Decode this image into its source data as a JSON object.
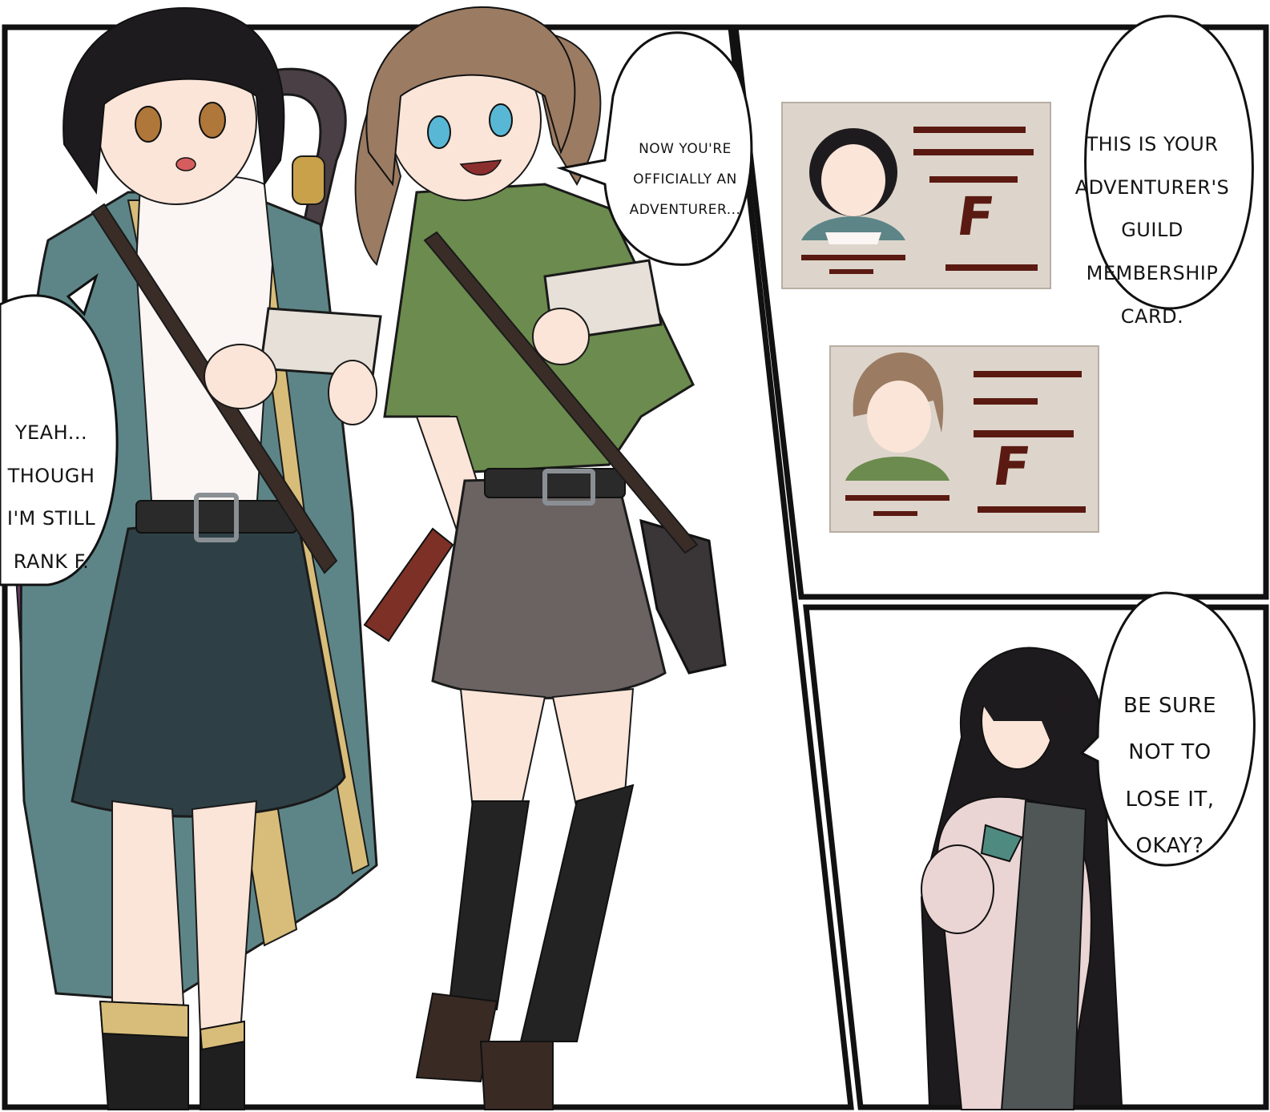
{
  "page": {
    "background": "#ffffff",
    "border_color": "#111111"
  },
  "dialogue": {
    "now_officially": [
      "NOW YOU'RE",
      "OFFICIALLY AN",
      "ADVENTURER..."
    ],
    "yeah_rank": [
      "YEAH...",
      "THOUGH",
      "I'M STILL",
      "RANK F."
    ],
    "this_is_card": [
      "THIS IS YOUR",
      "ADVENTURER'S",
      "GUILD",
      "MEMBERSHIP",
      "CARD."
    ],
    "be_sure": [
      "BE SURE",
      "NOT TO",
      "LOSE IT,",
      "OKAY?"
    ]
  },
  "cards": [
    {
      "rank_letter": "F",
      "rank_color": "#5a1a12",
      "bg": "#ddd5cb"
    },
    {
      "rank_letter": "F",
      "rank_color": "#5a1a12",
      "bg": "#ddd5cb"
    }
  ],
  "colors": {
    "black_hair": "#1e1b1e",
    "brown_hair": "#9b7b62",
    "teal_coat": "#5d8587",
    "gold_trim": "#d8bd7a",
    "navy_skirt": "#2e4046",
    "green_shirt": "#6c8b4e",
    "gray_skirt": "#6a6362",
    "pink_sweater": "#ead4d4",
    "skin": "#fbe5d8",
    "stockings": "#232323"
  }
}
